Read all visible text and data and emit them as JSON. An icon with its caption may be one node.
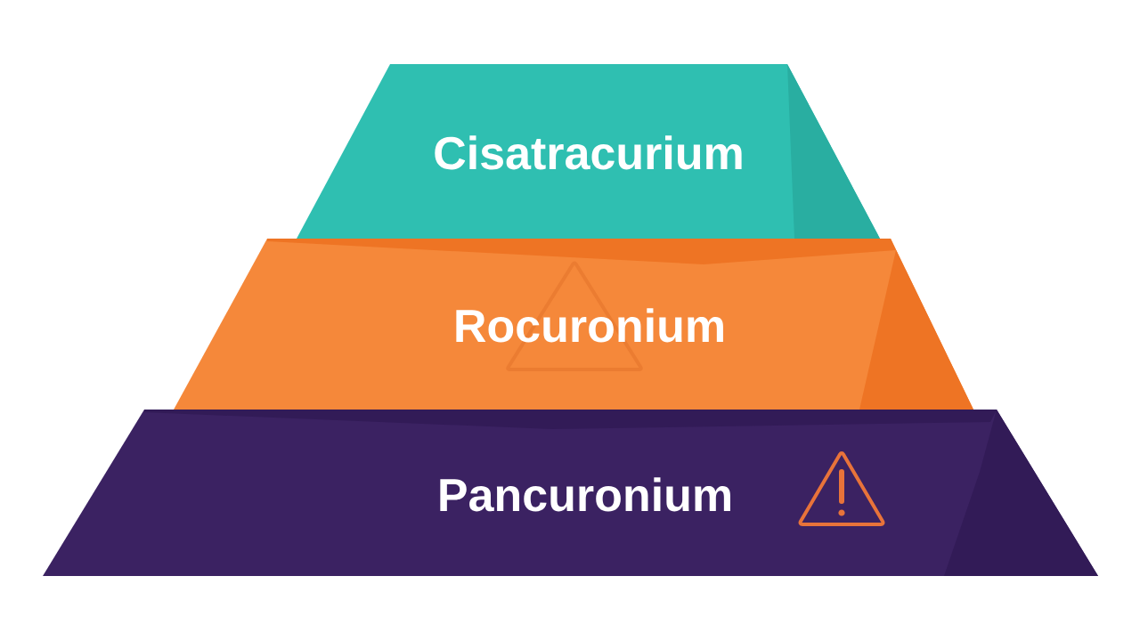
{
  "diagram": {
    "nodes": [
      {
        "text": [
          "Cisatracurium"
        ]
      },
      {
        "text": [
          "Rocuronium"
        ]
      },
      {
        "text": [
          "Pancuronium"
        ]
      }
    ]
  }
}
